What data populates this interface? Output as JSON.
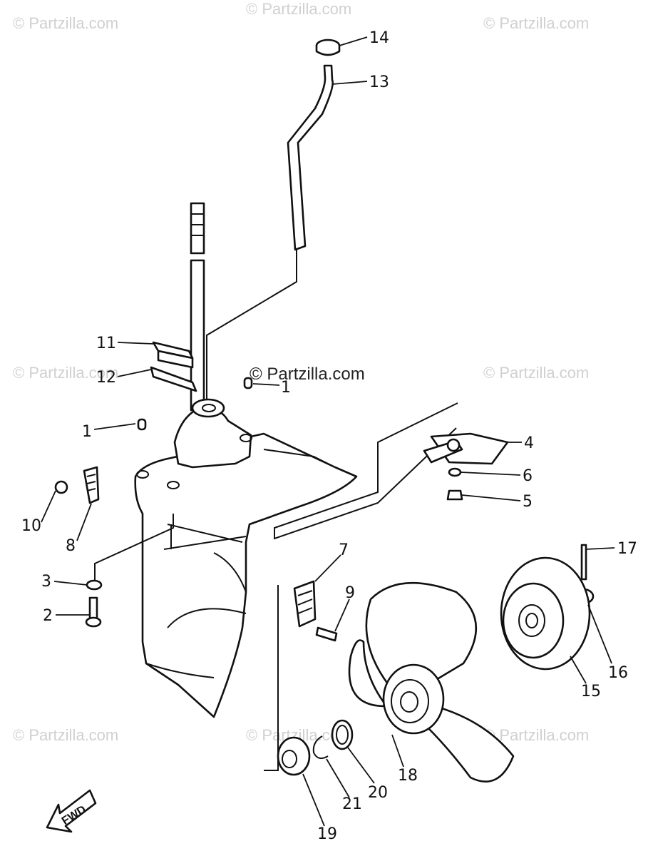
{
  "watermarks": {
    "corner": "© Partzilla.com",
    "center": "© Partzilla.com"
  },
  "direction_label": "FWD",
  "part_labels": [
    {
      "id": "1a",
      "text": "1"
    },
    {
      "id": "1b",
      "text": "1"
    },
    {
      "id": "2",
      "text": "2"
    },
    {
      "id": "3",
      "text": "3"
    },
    {
      "id": "4",
      "text": "4"
    },
    {
      "id": "5",
      "text": "5"
    },
    {
      "id": "6",
      "text": "6"
    },
    {
      "id": "7",
      "text": "7"
    },
    {
      "id": "8",
      "text": "8"
    },
    {
      "id": "9",
      "text": "9"
    },
    {
      "id": "10",
      "text": "10"
    },
    {
      "id": "11",
      "text": "11"
    },
    {
      "id": "12",
      "text": "12"
    },
    {
      "id": "13",
      "text": "13"
    },
    {
      "id": "14",
      "text": "14"
    },
    {
      "id": "15",
      "text": "15"
    },
    {
      "id": "16",
      "text": "16"
    },
    {
      "id": "17",
      "text": "17"
    },
    {
      "id": "18",
      "text": "18"
    },
    {
      "id": "19",
      "text": "19"
    },
    {
      "id": "20",
      "text": "20"
    },
    {
      "id": "21",
      "text": "21"
    }
  ]
}
